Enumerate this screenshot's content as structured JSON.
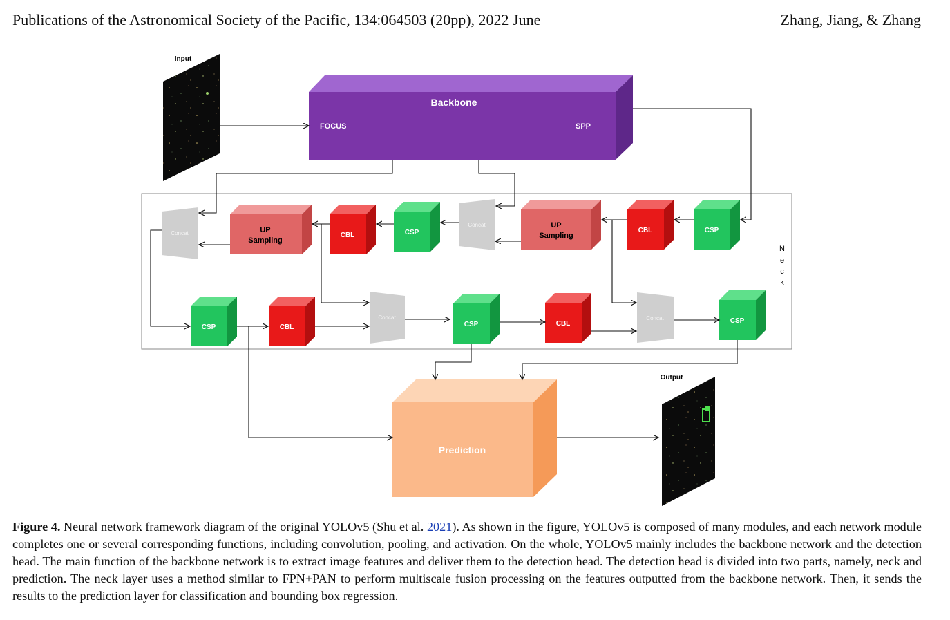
{
  "header": {
    "journal": "Publications of the Astronomical Society of the Pacific, 134:064503 (20pp), 2022 June",
    "authors": "Zhang, Jiang, & Zhang"
  },
  "figure": {
    "input_label": "Input",
    "output_label": "Output",
    "backbone": {
      "title": "Backbone",
      "focus": "FOCUS",
      "spp": "SPP"
    },
    "neck_label": [
      "N",
      "e",
      "c",
      "k"
    ],
    "prediction_label": "Prediction",
    "blocks": {
      "concat": "Concat",
      "up_line1": "UP",
      "up_line2": "Sampling",
      "cbl": "CBL",
      "csp": "CSP"
    },
    "colors": {
      "backbone": "#7b35a8",
      "csp": "#22c55e",
      "cbl": "#e81919",
      "upsampling": "#e06666",
      "concat": "#cfcfcf",
      "prediction": "#fbb98a"
    }
  },
  "caption": {
    "label": "Figure 4.",
    "text_before": " Neural network framework diagram of the original YOLOv5 (Shu et al. ",
    "cite": "2021",
    "text_after": "). As shown in the figure, YOLOv5 is composed of many modules, and each network module completes one or several corresponding functions, including convolution, pooling, and activation. On the whole, YOLOv5 mainly includes the backbone network and the detection head. The main function of the backbone network is to extract image features and deliver them to the detection head. The detection head is divided into two parts, namely, neck and prediction. The neck layer uses a method similar to FPN+PAN to perform multiscale fusion processing on the features outputted from the backbone network. Then, it sends the results to the prediction layer for classification and bounding box regression."
  }
}
